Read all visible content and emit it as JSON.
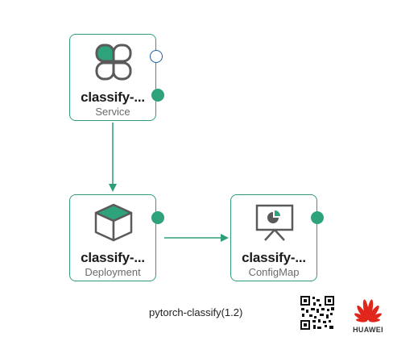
{
  "nodes": [
    {
      "id": "service",
      "name": "classify-...",
      "kind": "Service",
      "icon": "service-petals-icon"
    },
    {
      "id": "deployment",
      "name": "classify-...",
      "kind": "Deployment",
      "icon": "cube-icon"
    },
    {
      "id": "configmap",
      "name": "classify-...",
      "kind": "ConfigMap",
      "icon": "presentation-board-icon"
    }
  ],
  "edges": [
    {
      "from": "service",
      "to": "deployment"
    },
    {
      "from": "deployment",
      "to": "configmap"
    }
  ],
  "caption": "pytorch-classify(1.2)",
  "logo": {
    "text": "HUAWEI"
  },
  "colors": {
    "accent": "#2ea27a",
    "port_border": "#1f5fa0",
    "node_border": "#2e9e78",
    "logo_red": "#e1261c"
  }
}
